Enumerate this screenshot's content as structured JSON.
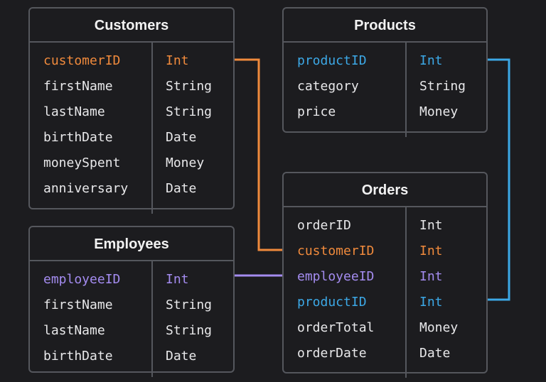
{
  "colors": {
    "background": "#1c1c1f",
    "border": "#55575d",
    "text": "#e8e8ea",
    "customer_key": "#f08a3c",
    "product_key": "#3ca8e6",
    "employee_key": "#a48cf0"
  },
  "tables": {
    "customers": {
      "title": "Customers",
      "rows": [
        {
          "name": "customerID",
          "type": "Int"
        },
        {
          "name": "firstName",
          "type": "String"
        },
        {
          "name": "lastName",
          "type": "String"
        },
        {
          "name": "birthDate",
          "type": "Date"
        },
        {
          "name": "moneySpent",
          "type": "Money"
        },
        {
          "name": "anniversary",
          "type": "Date"
        }
      ]
    },
    "products": {
      "title": "Products",
      "rows": [
        {
          "name": "productID",
          "type": "Int"
        },
        {
          "name": "category",
          "type": "String"
        },
        {
          "name": "price",
          "type": "Money"
        }
      ]
    },
    "employees": {
      "title": "Employees",
      "rows": [
        {
          "name": "employeeID",
          "type": "Int"
        },
        {
          "name": "firstName",
          "type": "String"
        },
        {
          "name": "lastName",
          "type": "String"
        },
        {
          "name": "birthDate",
          "type": "Date"
        }
      ]
    },
    "orders": {
      "title": "Orders",
      "rows": [
        {
          "name": "orderID",
          "type": "Int"
        },
        {
          "name": "customerID",
          "type": "Int"
        },
        {
          "name": "employeeID",
          "type": "Int"
        },
        {
          "name": "productID",
          "type": "Int"
        },
        {
          "name": "orderTotal",
          "type": "Money"
        },
        {
          "name": "orderDate",
          "type": "Date"
        }
      ]
    }
  }
}
